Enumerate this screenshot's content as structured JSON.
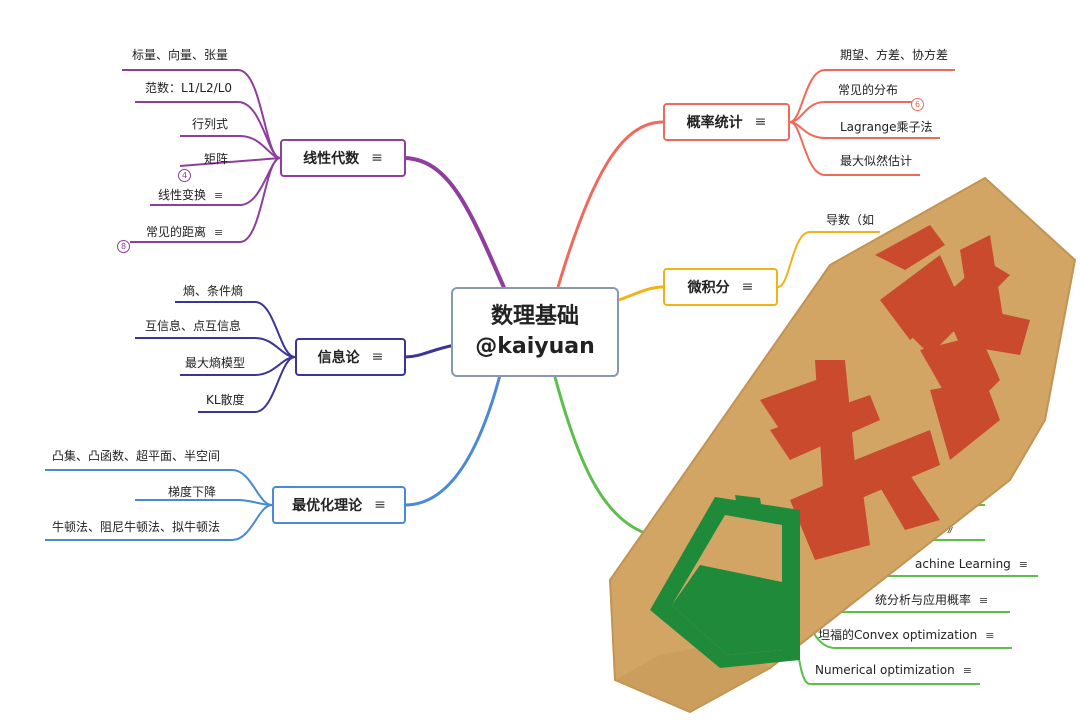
{
  "center": {
    "line1": "数理基础",
    "line2": "@kaiyuan"
  },
  "linear_algebra": {
    "title": "线性代数",
    "items": [
      "标量、向量、张量",
      "范数：L1/L2/L0",
      "行列式",
      "矩阵",
      "线性变换",
      "常见的距离"
    ],
    "badge_matrix": "4",
    "badge_distance": "8"
  },
  "information_theory": {
    "title": "信息论",
    "items": [
      "熵、条件熵",
      "互信息、点互信息",
      "最大熵模型",
      "KL散度"
    ]
  },
  "optimization": {
    "title": "最优化理论",
    "items": [
      "凸集、凸函数、超平面、半空间",
      "梯度下降",
      "牛顿法、阻尼牛顿法、拟牛顿法"
    ]
  },
  "probability": {
    "title": "概率统计",
    "items": [
      "期望、方差、协方差",
      "常见的分布",
      "Lagrange乘子法",
      "最大似然估计"
    ],
    "badge_distribution": "6"
  },
  "calculus": {
    "title": "微积分",
    "items": [
      "导数（如"
    ]
  },
  "resources": {
    "items": [
      "计》",
      "achine Learning",
      "统分析与应用概率",
      "坦福的Convex optimization",
      "Numerical optimization"
    ]
  },
  "note_glyph": "≡",
  "colors": {
    "linear_algebra": "#8e3e9c",
    "information_theory": "#3a3596",
    "optimization": "#4a8ad4",
    "probability": "#f06a5b",
    "calculus": "#f2b319",
    "resources": "#5cbf4a",
    "center_border": "#8898b0",
    "sticker_paper": "#d3a565",
    "sticker_red": "#c94a2c",
    "sticker_green": "#1f8a3a"
  }
}
